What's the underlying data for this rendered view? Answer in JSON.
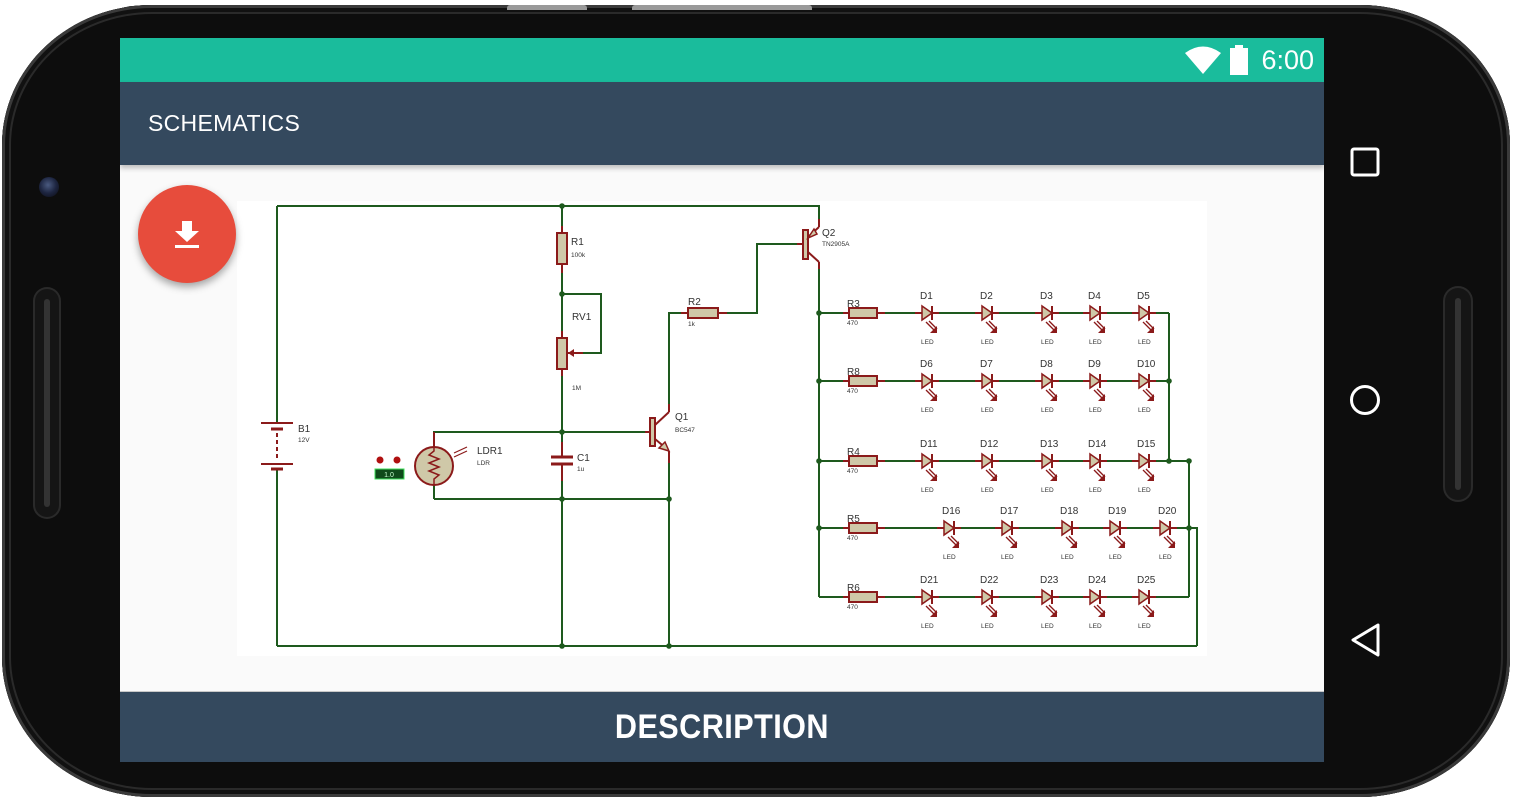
{
  "status_bar": {
    "time": "6:00",
    "icons": [
      "wifi-icon",
      "battery-icon"
    ],
    "background_color": "#1abc9c"
  },
  "app_bar": {
    "title": "SCHEMATICS",
    "background_color": "#34495e"
  },
  "fab": {
    "icon": "download-icon",
    "color": "#e74c3c"
  },
  "schematic": {
    "components": {
      "B1": {
        "label": "B1",
        "value": "12V"
      },
      "R1": {
        "label": "R1",
        "value": "100k"
      },
      "RV1": {
        "label": "RV1",
        "value": "1M"
      },
      "C1": {
        "label": "C1",
        "value": "1u"
      },
      "LDR1": {
        "label": "LDR1",
        "value": "LDR",
        "meter_reading": "1.0"
      },
      "Q1": {
        "label": "Q1",
        "value": "BC547"
      },
      "Q2": {
        "label": "Q2",
        "value": "TN2905A"
      },
      "R2": {
        "label": "R2",
        "value": "1k"
      }
    },
    "led_rows": [
      {
        "resistor": "R3",
        "value": "470",
        "leds": [
          "D1",
          "D2",
          "D3",
          "D4",
          "D5"
        ]
      },
      {
        "resistor": "R8",
        "value": "470",
        "leds": [
          "D6",
          "D7",
          "D8",
          "D9",
          "D10"
        ]
      },
      {
        "resistor": "R4",
        "value": "470",
        "leds": [
          "D11",
          "D12",
          "D13",
          "D14",
          "D15"
        ]
      },
      {
        "resistor": "R5",
        "value": "470",
        "leds": [
          "D16",
          "D17",
          "D18",
          "D19",
          "D20"
        ]
      },
      {
        "resistor": "R6",
        "value": "470",
        "leds": [
          "D21",
          "D22",
          "D23",
          "D24",
          "D25"
        ]
      }
    ],
    "led_type_label": "LED"
  },
  "bottom_bar": {
    "label": "DESCRIPTION"
  },
  "nav_bar": {
    "buttons": [
      "recents-icon",
      "home-icon",
      "back-icon"
    ]
  }
}
